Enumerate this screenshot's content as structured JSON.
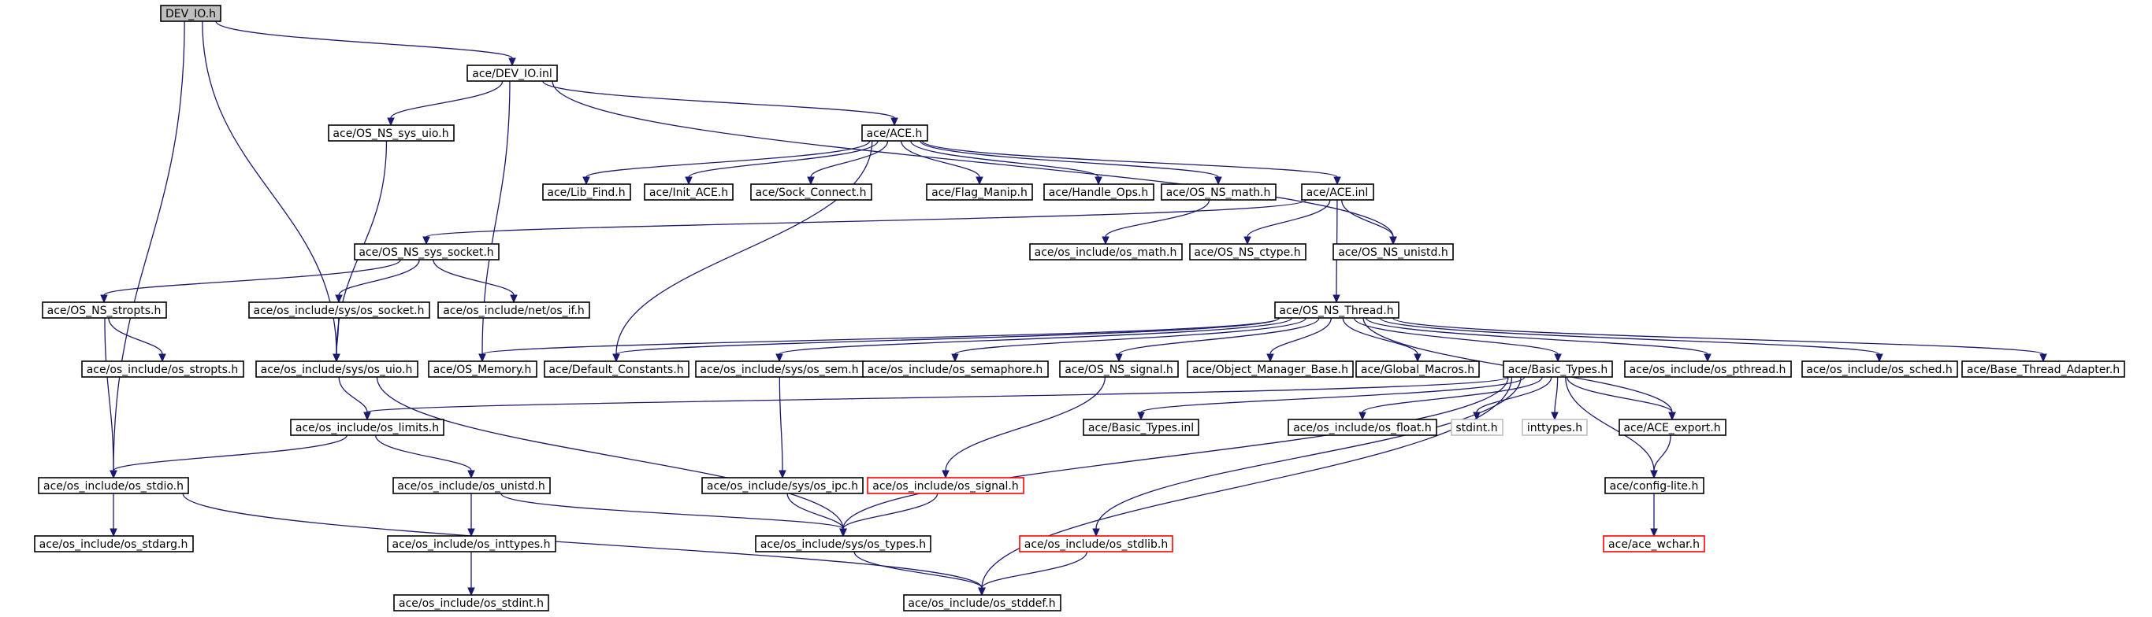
{
  "diagram": {
    "nodes": [
      {
        "id": "dev_io_h",
        "label": "DEV_IO.h",
        "style": "root"
      },
      {
        "id": "dev_io_inl",
        "label": "ace/DEV_IO.inl",
        "style": "normal"
      },
      {
        "id": "os_ns_sys_uio_h",
        "label": "ace/OS_NS_sys_uio.h",
        "style": "normal"
      },
      {
        "id": "ace_h",
        "label": "ace/ACE.h",
        "style": "normal"
      },
      {
        "id": "lib_find_h",
        "label": "ace/Lib_Find.h",
        "style": "normal"
      },
      {
        "id": "init_ace_h",
        "label": "ace/Init_ACE.h",
        "style": "normal"
      },
      {
        "id": "sock_connect_h",
        "label": "ace/Sock_Connect.h",
        "style": "normal"
      },
      {
        "id": "flag_manip_h",
        "label": "ace/Flag_Manip.h",
        "style": "normal"
      },
      {
        "id": "handle_ops_h",
        "label": "ace/Handle_Ops.h",
        "style": "normal"
      },
      {
        "id": "os_ns_math_h",
        "label": "ace/OS_NS_math.h",
        "style": "normal"
      },
      {
        "id": "ace_inl",
        "label": "ace/ACE.inl",
        "style": "normal"
      },
      {
        "id": "os_ns_sys_socket_h",
        "label": "ace/OS_NS_sys_socket.h",
        "style": "normal"
      },
      {
        "id": "os_include_os_math_h",
        "label": "ace/os_include/os_math.h",
        "style": "normal"
      },
      {
        "id": "os_ns_ctype_h",
        "label": "ace/OS_NS_ctype.h",
        "style": "normal"
      },
      {
        "id": "os_ns_unistd_h",
        "label": "ace/OS_NS_unistd.h",
        "style": "normal"
      },
      {
        "id": "os_ns_stropts_h",
        "label": "ace/OS_NS_stropts.h",
        "style": "normal"
      },
      {
        "id": "os_include_sys_os_socket_h",
        "label": "ace/os_include/sys/os_socket.h",
        "style": "normal"
      },
      {
        "id": "os_include_net_os_if_h",
        "label": "ace/os_include/net/os_if.h",
        "style": "normal"
      },
      {
        "id": "os_ns_thread_h",
        "label": "ace/OS_NS_Thread.h",
        "style": "normal"
      },
      {
        "id": "os_include_os_stropts_h",
        "label": "ace/os_include/os_stropts.h",
        "style": "normal"
      },
      {
        "id": "os_include_sys_os_uio_h",
        "label": "ace/os_include/sys/os_uio.h",
        "style": "normal"
      },
      {
        "id": "os_memory_h",
        "label": "ace/OS_Memory.h",
        "style": "normal"
      },
      {
        "id": "default_constants_h",
        "label": "ace/Default_Constants.h",
        "style": "normal"
      },
      {
        "id": "os_include_sys_os_sem_h",
        "label": "ace/os_include/sys/os_sem.h",
        "style": "normal"
      },
      {
        "id": "os_include_os_semaphore_h",
        "label": "ace/os_include/os_semaphore.h",
        "style": "normal"
      },
      {
        "id": "os_ns_signal_h",
        "label": "ace/OS_NS_signal.h",
        "style": "normal"
      },
      {
        "id": "object_manager_base_h",
        "label": "ace/Object_Manager_Base.h",
        "style": "normal"
      },
      {
        "id": "global_macros_h",
        "label": "ace/Global_Macros.h",
        "style": "normal"
      },
      {
        "id": "basic_types_h",
        "label": "ace/Basic_Types.h",
        "style": "normal"
      },
      {
        "id": "os_include_os_pthread_h",
        "label": "ace/os_include/os_pthread.h",
        "style": "normal"
      },
      {
        "id": "os_include_os_sched_h",
        "label": "ace/os_include/os_sched.h",
        "style": "normal"
      },
      {
        "id": "base_thread_adapter_h",
        "label": "ace/Base_Thread_Adapter.h",
        "style": "normal"
      },
      {
        "id": "os_include_os_limits_h",
        "label": "ace/os_include/os_limits.h",
        "style": "normal"
      },
      {
        "id": "basic_types_inl",
        "label": "ace/Basic_Types.inl",
        "style": "normal"
      },
      {
        "id": "os_include_os_float_h",
        "label": "ace/os_include/os_float.h",
        "style": "normal"
      },
      {
        "id": "stdint_h",
        "label": "stdint.h",
        "style": "external"
      },
      {
        "id": "inttypes_h",
        "label": "inttypes.h",
        "style": "external"
      },
      {
        "id": "ace_export_h",
        "label": "ace/ACE_export.h",
        "style": "normal"
      },
      {
        "id": "os_include_os_stdio_h",
        "label": "ace/os_include/os_stdio.h",
        "style": "normal"
      },
      {
        "id": "os_include_os_unistd_h",
        "label": "ace/os_include/os_unistd.h",
        "style": "normal"
      },
      {
        "id": "os_include_sys_os_ipc_h",
        "label": "ace/os_include/sys/os_ipc.h",
        "style": "normal"
      },
      {
        "id": "os_include_os_signal_h",
        "label": "ace/os_include/os_signal.h",
        "style": "missing"
      },
      {
        "id": "config_lite_h",
        "label": "ace/config-lite.h",
        "style": "normal"
      },
      {
        "id": "os_include_os_stdarg_h",
        "label": "ace/os_include/os_stdarg.h",
        "style": "normal"
      },
      {
        "id": "os_include_os_inttypes_h",
        "label": "ace/os_include/os_inttypes.h",
        "style": "normal"
      },
      {
        "id": "os_include_sys_os_types_h",
        "label": "ace/os_include/sys/os_types.h",
        "style": "normal"
      },
      {
        "id": "os_include_os_stdlib_h",
        "label": "ace/os_include/os_stdlib.h",
        "style": "missing"
      },
      {
        "id": "ace_wchar_h",
        "label": "ace/ace_wchar.h",
        "style": "missing"
      },
      {
        "id": "os_include_os_stdint_h",
        "label": "ace/os_include/os_stdint.h",
        "style": "normal"
      },
      {
        "id": "os_include_os_stddef_h",
        "label": "ace/os_include/os_stddef.h",
        "style": "normal"
      }
    ],
    "edges": [
      [
        "dev_io_h",
        "dev_io_inl"
      ],
      [
        "dev_io_h",
        "os_include_sys_os_uio_h"
      ],
      [
        "dev_io_h",
        "os_include_os_stdio_h"
      ],
      [
        "dev_io_inl",
        "os_ns_sys_uio_h"
      ],
      [
        "dev_io_inl",
        "ace_h"
      ],
      [
        "dev_io_inl",
        "os_memory_h"
      ],
      [
        "dev_io_inl",
        "os_ns_unistd_h"
      ],
      [
        "os_ns_sys_uio_h",
        "os_include_sys_os_uio_h"
      ],
      [
        "ace_h",
        "lib_find_h"
      ],
      [
        "ace_h",
        "init_ace_h"
      ],
      [
        "ace_h",
        "sock_connect_h"
      ],
      [
        "ace_h",
        "flag_manip_h"
      ],
      [
        "ace_h",
        "handle_ops_h"
      ],
      [
        "ace_h",
        "os_ns_math_h"
      ],
      [
        "ace_h",
        "ace_inl"
      ],
      [
        "ace_h",
        "default_constants_h"
      ],
      [
        "os_ns_math_h",
        "os_include_os_math_h"
      ],
      [
        "ace_inl",
        "os_ns_sys_socket_h"
      ],
      [
        "ace_inl",
        "os_ns_ctype_h"
      ],
      [
        "ace_inl",
        "os_ns_unistd_h"
      ],
      [
        "ace_inl",
        "os_ns_thread_h"
      ],
      [
        "os_ns_sys_socket_h",
        "os_ns_stropts_h"
      ],
      [
        "os_ns_sys_socket_h",
        "os_include_sys_os_socket_h"
      ],
      [
        "os_ns_sys_socket_h",
        "os_include_net_os_if_h"
      ],
      [
        "os_ns_stropts_h",
        "os_include_os_stropts_h"
      ],
      [
        "os_ns_stropts_h",
        "os_include_os_stdio_h"
      ],
      [
        "os_include_sys_os_socket_h",
        "os_include_sys_os_uio_h"
      ],
      [
        "os_ns_thread_h",
        "os_memory_h"
      ],
      [
        "os_ns_thread_h",
        "default_constants_h"
      ],
      [
        "os_ns_thread_h",
        "os_include_sys_os_sem_h"
      ],
      [
        "os_ns_thread_h",
        "os_include_os_semaphore_h"
      ],
      [
        "os_ns_thread_h",
        "os_ns_signal_h"
      ],
      [
        "os_ns_thread_h",
        "object_manager_base_h"
      ],
      [
        "os_ns_thread_h",
        "global_macros_h"
      ],
      [
        "os_ns_thread_h",
        "basic_types_h"
      ],
      [
        "os_ns_thread_h",
        "os_include_os_pthread_h"
      ],
      [
        "os_ns_thread_h",
        "os_include_os_sched_h"
      ],
      [
        "os_ns_thread_h",
        "base_thread_adapter_h"
      ],
      [
        "os_ns_thread_h",
        "ace_export_h"
      ],
      [
        "os_include_sys_os_uio_h",
        "os_include_os_limits_h"
      ],
      [
        "os_include_sys_os_uio_h",
        "os_include_sys_os_types_h"
      ],
      [
        "os_include_sys_os_sem_h",
        "os_include_sys_os_ipc_h"
      ],
      [
        "os_ns_signal_h",
        "os_include_os_signal_h"
      ],
      [
        "basic_types_h",
        "os_include_os_limits_h"
      ],
      [
        "basic_types_h",
        "basic_types_inl"
      ],
      [
        "basic_types_h",
        "os_include_os_float_h"
      ],
      [
        "basic_types_h",
        "stdint_h"
      ],
      [
        "basic_types_h",
        "inttypes_h"
      ],
      [
        "basic_types_h",
        "ace_export_h"
      ],
      [
        "basic_types_h",
        "config_lite_h"
      ],
      [
        "basic_types_h",
        "os_include_sys_os_types_h"
      ],
      [
        "basic_types_h",
        "os_include_os_stdlib_h"
      ],
      [
        "basic_types_h",
        "os_include_os_stddef_h"
      ],
      [
        "ace_export_h",
        "config_lite_h"
      ],
      [
        "config_lite_h",
        "ace_wchar_h"
      ],
      [
        "os_include_os_limits_h",
        "os_include_os_stdio_h"
      ],
      [
        "os_include_os_limits_h",
        "os_include_os_unistd_h"
      ],
      [
        "os_include_os_stdio_h",
        "os_include_os_stdarg_h"
      ],
      [
        "os_include_os_stdio_h",
        "os_include_os_stddef_h"
      ],
      [
        "os_include_os_unistd_h",
        "os_include_os_inttypes_h"
      ],
      [
        "os_include_os_unistd_h",
        "os_include_sys_os_types_h"
      ],
      [
        "os_include_os_inttypes_h",
        "os_include_os_stdint_h"
      ],
      [
        "os_include_sys_os_ipc_h",
        "os_include_sys_os_types_h"
      ],
      [
        "os_include_os_signal_h",
        "os_include_sys_os_types_h"
      ],
      [
        "os_include_os_stdlib_h",
        "os_include_os_stddef_h"
      ],
      [
        "os_include_sys_os_types_h",
        "os_include_os_stddef_h"
      ]
    ]
  }
}
